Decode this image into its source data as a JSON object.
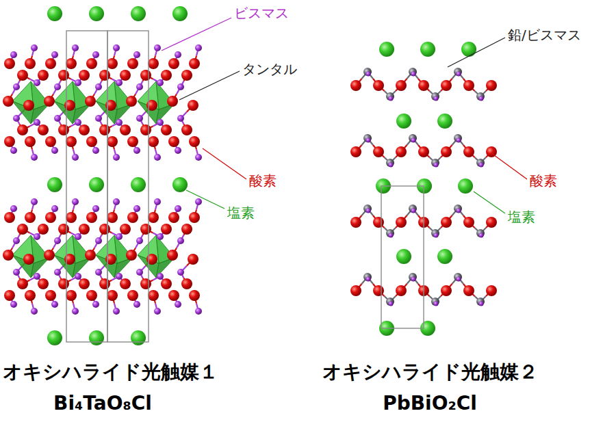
{
  "diagram": {
    "labels": [
      "ビスマス",
      "タンタル",
      "酸素",
      "塩素",
      "鉛/ビスマス",
      "酸素",
      "塩素",
      "オキシハライド光触媒１",
      "Bi₄TaO₈Cl",
      "オキシハライド光触媒２",
      "PbBiO₂Cl"
    ]
  }
}
